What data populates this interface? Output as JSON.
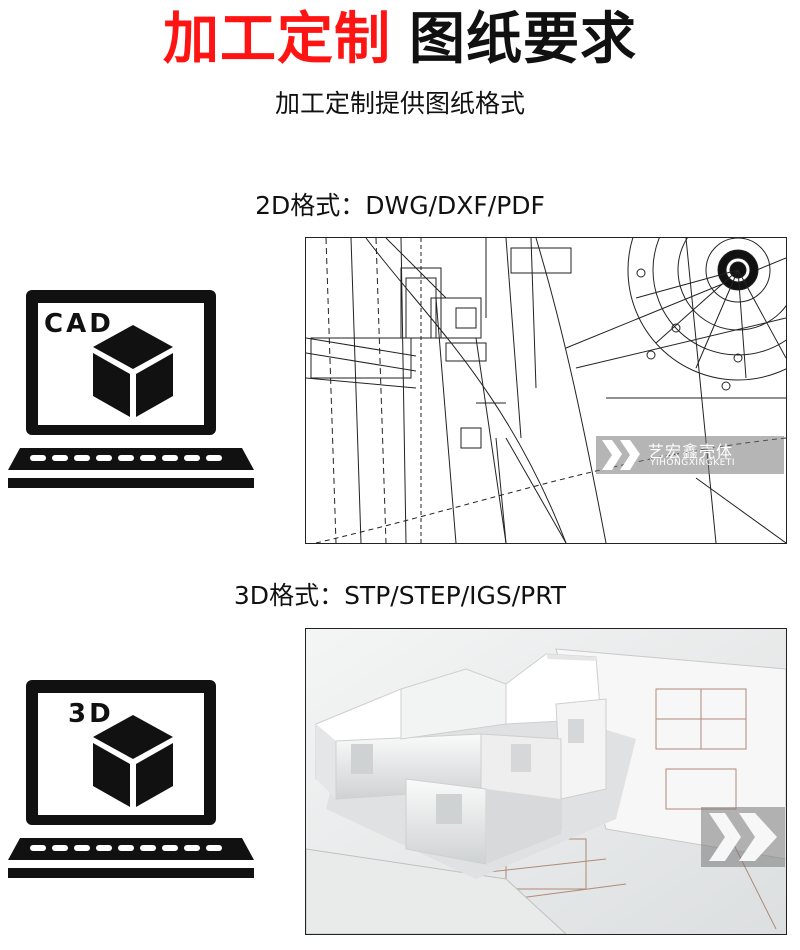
{
  "header": {
    "title_red": "加工定制",
    "title_black": "图纸要求",
    "subtitle": "加工定制提供图纸格式"
  },
  "sections": [
    {
      "label": "2D格式：DWG/DXF/PDF",
      "screen_text": "CAD",
      "icon": "laptop-cube-icon",
      "image": "technical-drawing",
      "watermark_cn": "艺宏鑫壳体",
      "watermark_en": "YIHONGXINGKETI"
    },
    {
      "label": "3D格式：STP/STEP/IGS/PRT",
      "screen_text": "3D",
      "icon": "laptop-cube-icon",
      "image": "architectural-3d-model",
      "watermark_cn": "",
      "watermark_en": ""
    }
  ],
  "colors": {
    "accent_red": "#ff1414",
    "text": "#111111",
    "watermark": "#808080"
  }
}
